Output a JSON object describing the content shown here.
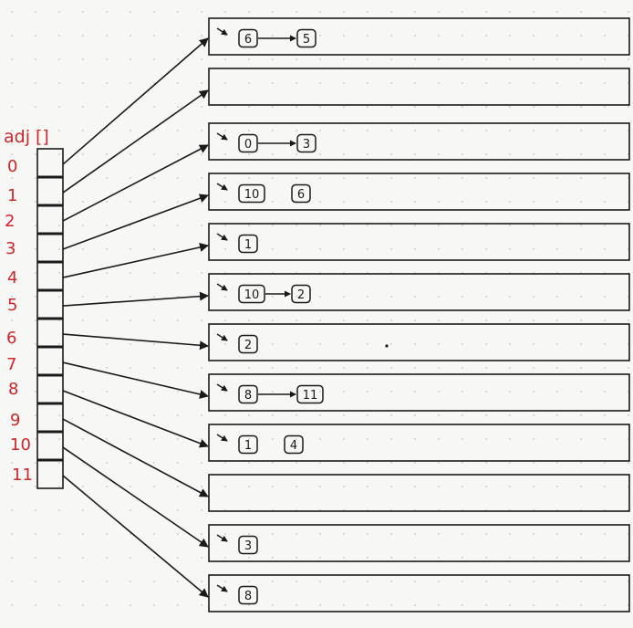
{
  "diagram": {
    "array_label": "adj []",
    "index_labels": [
      "0",
      "1",
      "2",
      "3",
      "4",
      "5",
      "6",
      "7",
      "8",
      "9",
      "10",
      "11"
    ],
    "lists": [
      {
        "index": "0",
        "items": [
          "6",
          "5"
        ],
        "linked": true
      },
      {
        "index": "1",
        "items": [],
        "linked": false
      },
      {
        "index": "2",
        "items": [
          "0",
          "3"
        ],
        "linked": true
      },
      {
        "index": "3",
        "items": [
          "10",
          "6"
        ],
        "linked": false
      },
      {
        "index": "4",
        "items": [
          "1"
        ],
        "linked": false
      },
      {
        "index": "5",
        "items": [
          "10",
          "2"
        ],
        "linked": true
      },
      {
        "index": "6",
        "items": [
          "2"
        ],
        "linked": false
      },
      {
        "index": "7",
        "items": [
          "8",
          "11"
        ],
        "linked": true
      },
      {
        "index": "8",
        "items": [
          "1",
          "4"
        ],
        "linked": false
      },
      {
        "index": "9",
        "items": [],
        "linked": false
      },
      {
        "index": "10",
        "items": [
          "3"
        ],
        "linked": false
      },
      {
        "index": "11",
        "items": [
          "8"
        ],
        "linked": false
      }
    ],
    "colors": {
      "ink": "#1a1a1a",
      "label_red": "#d0262b",
      "background": "#f7f7f5"
    }
  }
}
